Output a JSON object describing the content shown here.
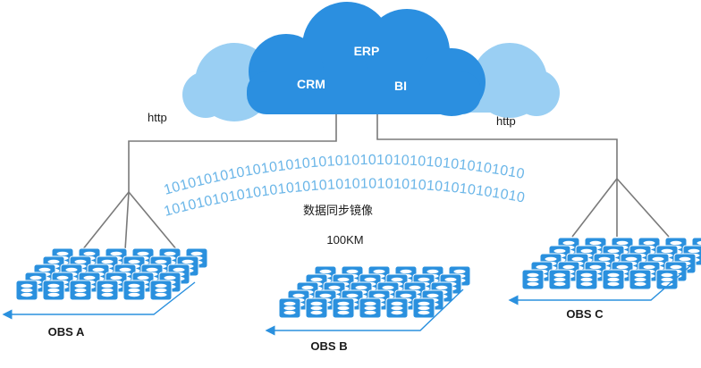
{
  "cloud": {
    "apps": [
      "ERP",
      "CRM",
      "BI"
    ]
  },
  "links": {
    "left_protocol": "http",
    "right_protocol": "http"
  },
  "transfer": {
    "bits_top": "10101010101010101010101010101010101010101010",
    "bits_bottom": "10101010101010101010101010101010101010101010",
    "sync_label": "数据同步镜像",
    "distance": "100KM"
  },
  "sites": [
    {
      "name": "OBS A"
    },
    {
      "name": "OBS B"
    },
    {
      "name": "OBS C"
    }
  ],
  "colors": {
    "cloud_main": "#2b8fe0",
    "cloud_back": "#9acff3",
    "bits": "#6bb6e8",
    "node": "#2a90de",
    "line": "#7a7a7a"
  }
}
